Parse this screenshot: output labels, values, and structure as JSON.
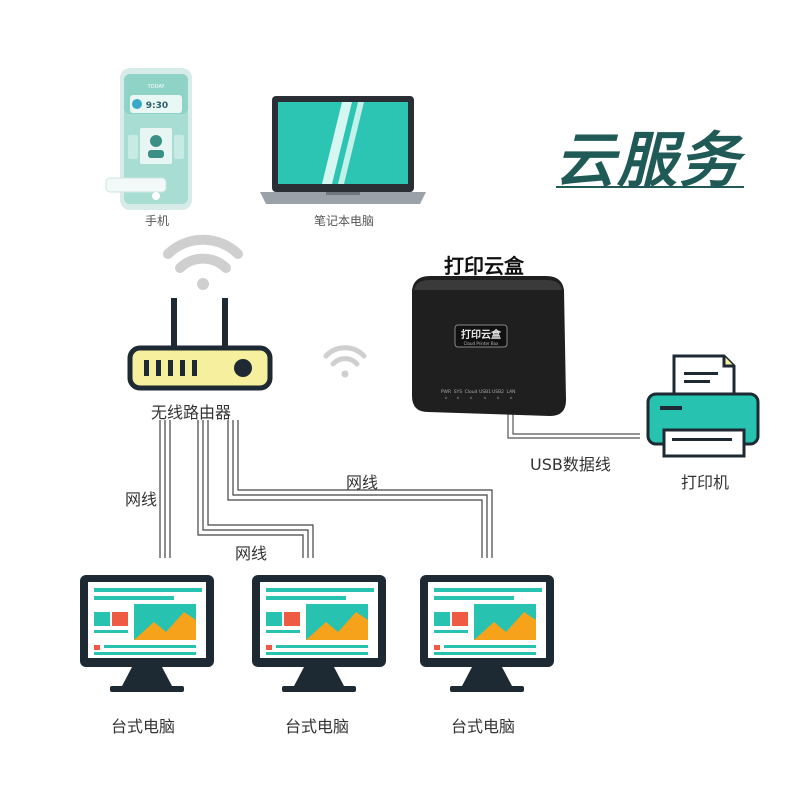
{
  "title": "云服务",
  "nodes": {
    "phone": {
      "label": "手机",
      "screen_time": "9:30",
      "screen_top": "TODAY"
    },
    "laptop": {
      "label": "笔记本电脑"
    },
    "router": {
      "label": "无线路由器"
    },
    "cloud_box": {
      "title": "打印云盒",
      "badge_cn": "打印云盒",
      "badge_en": "Cloud Printer Box",
      "ports": [
        "PWR",
        "SYS",
        "Cloud",
        "USB1",
        "USB2",
        "LAN"
      ]
    },
    "printer": {
      "label": "打印机"
    },
    "desktops": [
      {
        "label": "台式电脑"
      },
      {
        "label": "台式电脑"
      },
      {
        "label": "台式电脑"
      }
    ]
  },
  "edges": {
    "cable_left": "网线",
    "cable_middle": "网线",
    "cable_right": "网线",
    "usb": "USB数据线"
  },
  "colors": {
    "brand": "#1f5a57",
    "teal": "#27c2b0",
    "router_body": "#f6ef9e",
    "dark": "#1e2a33"
  }
}
